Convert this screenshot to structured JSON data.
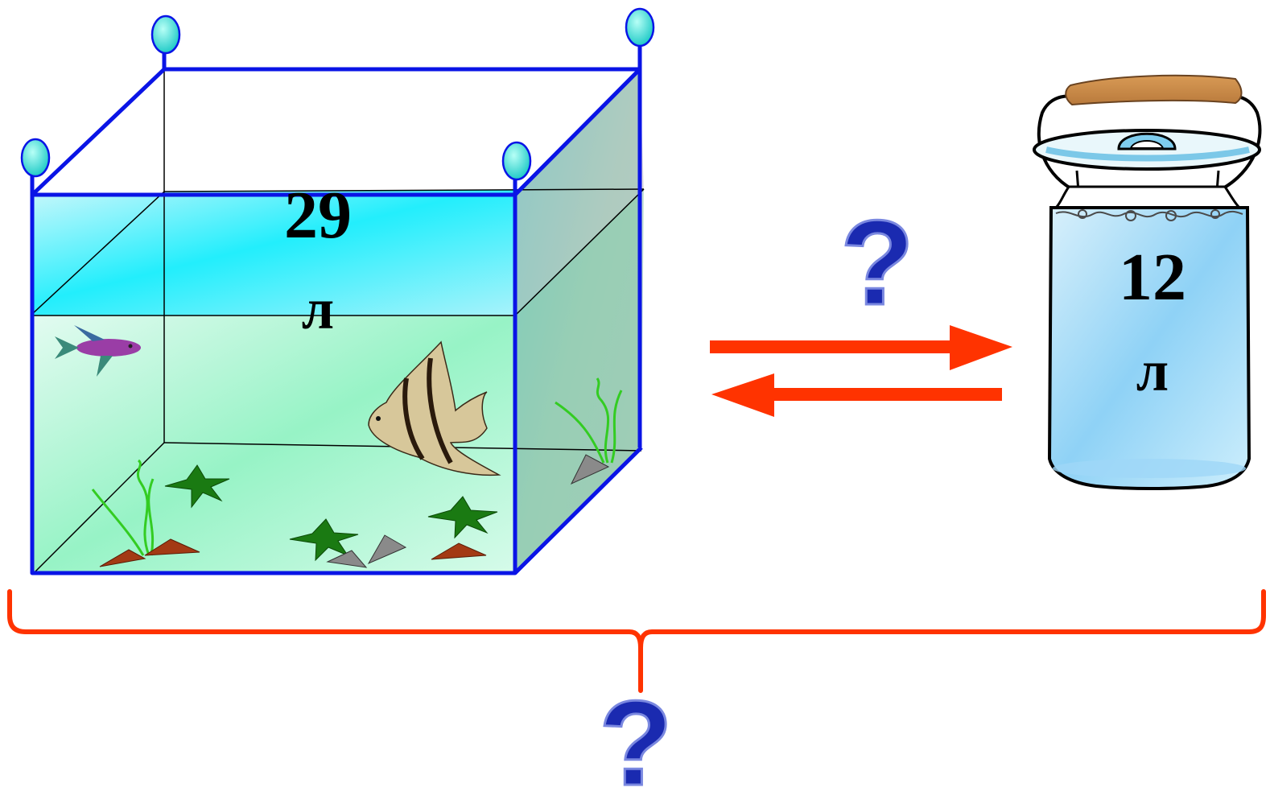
{
  "aquarium": {
    "volume_value": "29",
    "volume_unit": "л"
  },
  "milk_can": {
    "volume_value": "12",
    "volume_unit": "л"
  },
  "comparison": {
    "question_mark": "?"
  },
  "total": {
    "question_mark": "?"
  },
  "colors": {
    "frame_blue": "#0a14e6",
    "arrow_red": "#ff3300",
    "brace_red": "#ff3300",
    "question_blue": "#1a2ab0",
    "water_cyan": "#33f0ff",
    "water_green": "#9ff5c8",
    "can_water": "#9fd7f7"
  }
}
